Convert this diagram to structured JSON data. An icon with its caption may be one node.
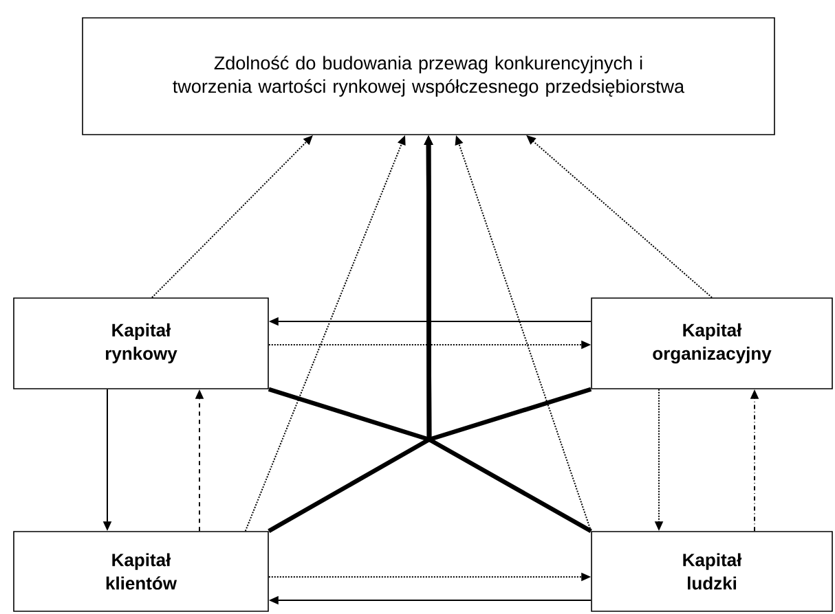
{
  "diagram": {
    "nodes": [
      {
        "text": [
          "Zdolność do budowania przewag konkurencyjnych i tworzenia wartości rynkowej współczesnego przedsiębiorstwa"
        ]
      },
      {
        "text": [
          "Kapitał rynkowy"
        ]
      },
      {
        "text": [
          "Kapitał organizacyjny"
        ]
      },
      {
        "text": [
          "Kapitał klientów"
        ]
      },
      {
        "text": [
          "Kapitał ludzki"
        ]
      }
    ],
    "edges": [
      {
        "from": 1,
        "to": 0,
        "arrow": "to",
        "style": "dashed"
      },
      {
        "from": 3,
        "to": 0,
        "arrow": "to",
        "style": "dashed"
      },
      {
        "from": 4,
        "to": 0,
        "arrow": "to",
        "style": "dashed"
      },
      {
        "from": 2,
        "to": 0,
        "arrow": "to",
        "style": "dashed"
      },
      {
        "from": 1,
        "to": 0,
        "arrow": "to",
        "style": "thick"
      },
      {
        "from": 2,
        "to": 0,
        "arrow": "to",
        "style": "thick"
      },
      {
        "from": 3,
        "to": 0,
        "arrow": "to",
        "style": "thick"
      },
      {
        "from": 4,
        "to": 0,
        "arrow": "to",
        "style": "thick"
      },
      {
        "from": 2,
        "to": 1,
        "arrow": "to"
      },
      {
        "from": 1,
        "to": 2,
        "arrow": "to",
        "style": "dashed"
      },
      {
        "from": 1,
        "to": 3,
        "arrow": "to"
      },
      {
        "from": 3,
        "to": 1,
        "arrow": "to",
        "style": "dashed"
      },
      {
        "from": 3,
        "to": 4,
        "arrow": "to",
        "style": "dashed"
      },
      {
        "from": 4,
        "to": 3,
        "arrow": "to"
      },
      {
        "from": 2,
        "to": 4,
        "arrow": "to",
        "style": "dashed"
      },
      {
        "from": 4,
        "to": 2,
        "arrow": "to",
        "style": "dashed"
      }
    ]
  }
}
